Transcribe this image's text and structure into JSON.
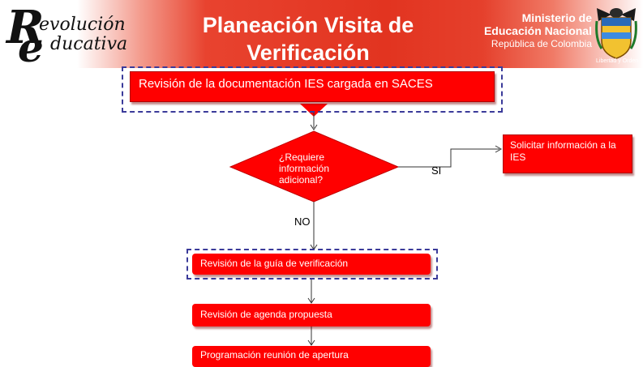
{
  "header": {
    "logo_line1": "evolución",
    "logo_line2": "ducativa",
    "logo_letter_r": "R",
    "logo_letter_e": "e",
    "title_line1": "Planeación Visita de",
    "title_line2": "Verificación",
    "ministry_line1": "Ministerio de",
    "ministry_line2": "Educación Nacional",
    "ministry_line3": "República de Colombia",
    "motto": "Libertad y Orden",
    "crest_icon": "colombia-coat-of-arms-icon"
  },
  "flow": {
    "step1": "Revisión de la documentación IES cargada en SACES",
    "decision": "¿Requiere información adicional?",
    "yes_label": "SI",
    "no_label": "NO",
    "yes_action": "Solicitar información a la IES",
    "step2": "Revisión de la guía de verificación",
    "step3": "Revisión de agenda propuesta",
    "step4": "Programación reunión de apertura"
  },
  "colors": {
    "box_fill": "#ff0000",
    "header_red": "#e23420",
    "dashed_border": "#3b3b9a"
  }
}
